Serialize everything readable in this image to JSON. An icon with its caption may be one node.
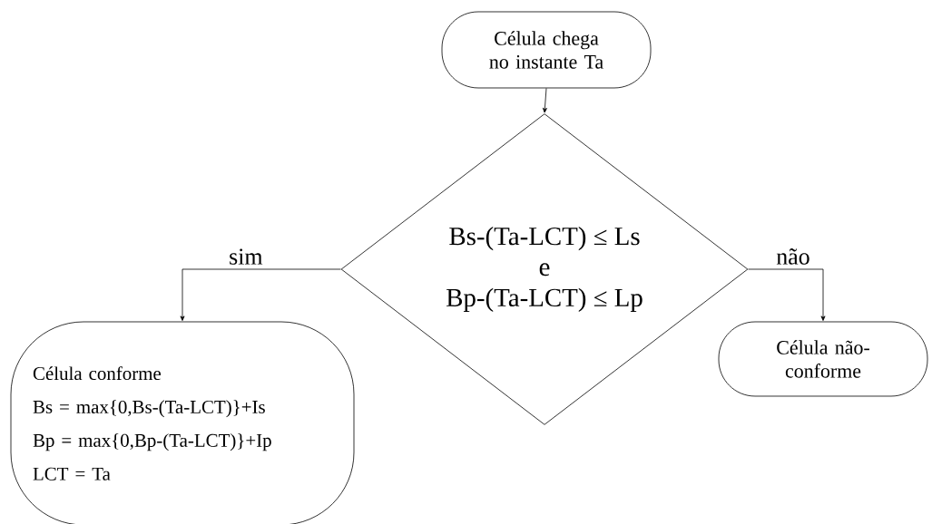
{
  "diagram": {
    "nodes": [
      {
        "text": [
          "Célula chega no instante Ta"
        ]
      },
      {
        "text": [
          "Bs-(Ta-LCT) ≤ Ls",
          "e",
          "Bp-(Ta-LCT) ≤  Lp"
        ]
      },
      {
        "text": [
          "Célula conforme",
          "Bs = max{0,Bs-(Ta-LCT)}+Is",
          "Bp = max{0,Bp-(Ta-LCT)}+Ip",
          "LCT = Ta"
        ]
      },
      {
        "text": [
          "Célula não-conforme"
        ]
      }
    ],
    "edges": [
      {
        "from": 0,
        "to": 1,
        "arrow": "to"
      },
      {
        "from": 1,
        "to": 2,
        "arrow": "to",
        "label": "sim"
      },
      {
        "from": 1,
        "to": 3,
        "arrow": "to",
        "label": "não"
      }
    ]
  }
}
